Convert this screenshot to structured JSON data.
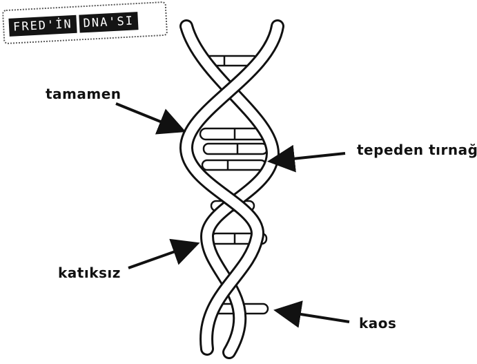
{
  "title": {
    "parts": [
      "FRED'İN",
      "DNA'SI"
    ]
  },
  "labels": {
    "tamamen": "tamamen",
    "tepeden_tirnaga": "tepeden tırnağa",
    "katiksiz": "katıksız",
    "kaos": "kaos"
  },
  "colors": {
    "ink": "#111111",
    "tag_background": "#141414",
    "tag_text": "#ffffff"
  }
}
